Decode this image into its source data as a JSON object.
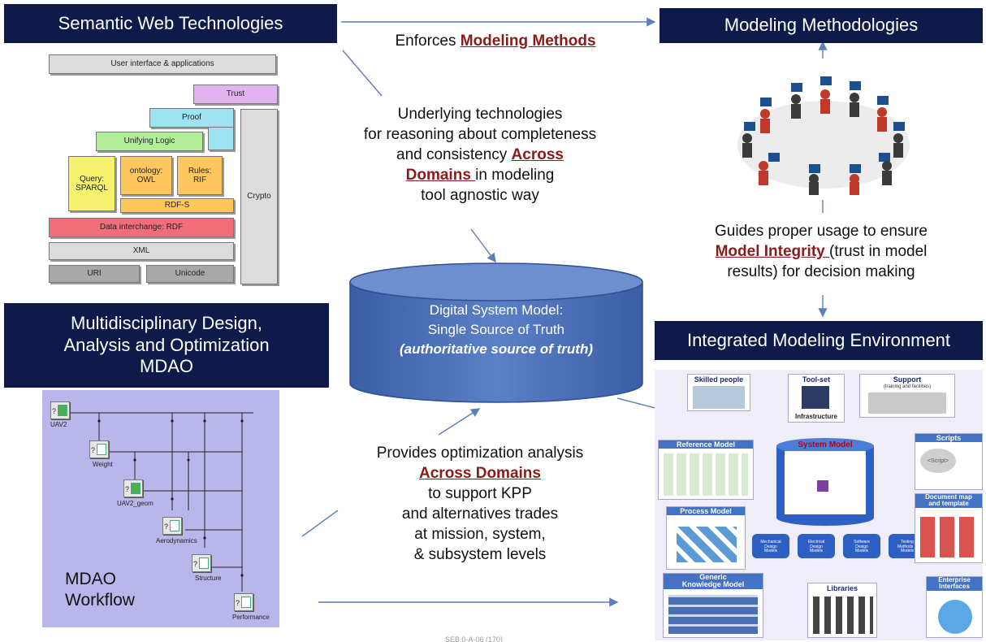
{
  "headers": {
    "semantic_web": "Semantic Web Technologies",
    "modeling_methodologies": "Modeling Methodologies",
    "mdao": [
      "Multidisciplinary Design,",
      "Analysis and Optimization",
      "MDAO"
    ],
    "integrated_env": "Integrated Modeling Environment"
  },
  "enforces": {
    "prefix": "Enforces ",
    "emphasis": "Modeling Methods"
  },
  "underlying": {
    "line1": "Underlying technologies",
    "line2": "for reasoning about completeness",
    "line3_prefix": "and consistency ",
    "line3_emphasis": "Across",
    "line4_emphasis": "Domains ",
    "line4_suffix": "in modeling",
    "line5": "tool agnostic way"
  },
  "guides": {
    "line1": "Guides proper usage to ensure",
    "line2_emphasis": "Model Integrity ",
    "line2_suffix": "(trust in model",
    "line3": "results) for decision making"
  },
  "digital_model": {
    "line1": "Digital System Model:",
    "line2": "Single Source of Truth",
    "line3": "(authoritative source of truth)"
  },
  "provides": {
    "line1": "Provides optimization analysis",
    "line2_emphasis": "Across Domains",
    "line3": "to support KPP",
    "line4": "and alternatives trades",
    "line5": "at mission, system,",
    "line6": "& subsystem levels"
  },
  "stack": {
    "ui": "User interface & applications",
    "trust": "Trust",
    "proof": "Proof",
    "unifying_logic": "Unifying Logic",
    "query": "Query:\nSPARQL",
    "ontology": "ontology:\nOWL",
    "rules": "Rules:\nRIF",
    "rdfs": "RDF-S",
    "crypto": "Crypto",
    "rdf": "Data interchange: RDF",
    "xml": "XML",
    "uri": "URI",
    "unicode": "Unicode"
  },
  "mdao_workflow": {
    "nodes": [
      "UAV2",
      "Weight",
      "UAV2_geom",
      "Aerodynamics",
      "Structure",
      "Performance"
    ],
    "caption": [
      "MDAO",
      "Workflow"
    ]
  },
  "env": {
    "skilled": "Skilled people",
    "toolset": "Tool-set",
    "infrastructure": "Infrastructure",
    "support": "Support",
    "support_sub": "(training and facilities)",
    "reference": "Reference Model",
    "system_model": "System Model",
    "scripts": "Scripts",
    "script_bubble": "<Script>",
    "docmap": "Document map\nand template",
    "process": "Process Model",
    "generic": "Generic\nKnowledge Model",
    "libraries": "Libraries",
    "enterprise": "Enterprise\nInterfaces",
    "disks": [
      "Mechanical\nDesign\nModels",
      "Electrical\nDesign\nModels",
      "Software\nDesign\nModels",
      "Testing\nMethods &\nModels"
    ]
  },
  "footer": "SEB 0-A-06 (170)",
  "colors": {
    "header_bg": "#0d1a4a",
    "emphasis": "#8b1a1a",
    "arrow": "#5b7fb9",
    "cylinder": "#4a6fb6",
    "mdao_bg": "#b8b6ea"
  }
}
